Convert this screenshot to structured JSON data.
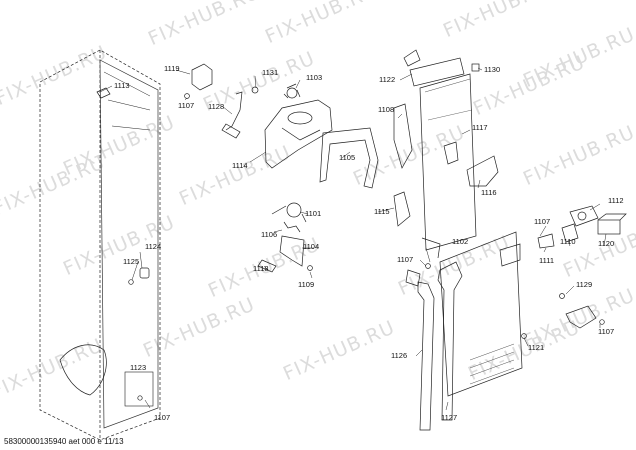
{
  "watermark": "FIX-HUB.RU",
  "footer": "58300000135940 aet 000 e 11/13",
  "part_numbers": [
    "1113",
    "1119",
    "1107",
    "1131",
    "1103",
    "1128",
    "1114",
    "1105",
    "1101",
    "1106",
    "1104",
    "1118",
    "1109",
    "1125",
    "1124",
    "1123",
    "1107",
    "1122",
    "1130",
    "1108",
    "1117",
    "1116",
    "1115",
    "1112",
    "1107",
    "1110",
    "1120",
    "1111",
    "1102",
    "1107",
    "1129",
    "1107",
    "1126",
    "1121",
    "1127"
  ]
}
